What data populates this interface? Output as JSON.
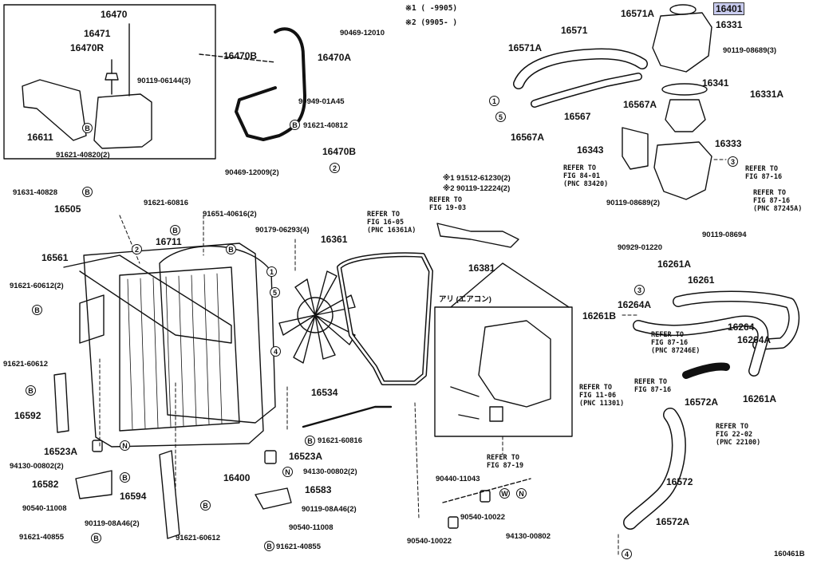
{
  "legend": {
    "l1": "※1 (      -9905)",
    "l2": "※2 (9905-      )"
  },
  "diagram_id": "160461B",
  "parts": {
    "p16401": "16401",
    "p16571A_top": "16571A",
    "p16331": "16331",
    "p16571": "16571",
    "p16571A_left": "16571A",
    "p90119_08689_3": "90119-08689(3)",
    "p16341": "16341",
    "p16331A": "16331A",
    "p16567A": "16567A",
    "p16567": "16567",
    "p16567A_b": "16567A",
    "p16343": "16343",
    "p16333": "16333",
    "p90119_08689_2": "90119-08689(2)",
    "p90119_08694": "90119-08694",
    "p90929_01220": "90929-01220",
    "p16261A_top": "16261A",
    "p16261": "16261",
    "p16264A_left": "16264A",
    "p16261B": "16261B",
    "p16264": "16264",
    "p16264A_right": "16264A",
    "p16572A_mid": "16572A",
    "p16261A_bot": "16261A",
    "p16572": "16572",
    "p16572A_bot": "16572A",
    "p16470": "16470",
    "p16471": "16471",
    "p16470R": "16470R",
    "p90119_06144_3": "90119-06144(3)",
    "p16611": "16611",
    "p91621_40820_2": "91621-40820(2)",
    "p90469_12010": "90469-12010",
    "p16470B_top": "16470B",
    "p16470A": "16470A",
    "p90949_01A45": "90949-01A45",
    "p91621_40812": "91621-40812",
    "p16470B_bot": "16470B",
    "p90469_12009_2": "90469-12009(2)",
    "p91512_61230_2": "※1 91512-61230(2)",
    "p90119_12224_2": "※2 90119-12224(2)",
    "p16381": "16381",
    "p91631_40828": "91631-40828",
    "p16505": "16505",
    "p91621_60816_top": "91621-60816",
    "p91651_40616_2": "91651-40616(2)",
    "p16711": "16711",
    "p90179_06293_4": "90179-06293(4)",
    "p16361": "16361",
    "p16561": "16561",
    "p91621_60612_2": "91621-60612(2)",
    "p91621_60612_left": "91621-60612",
    "p16592": "16592",
    "p16534": "16534",
    "p91621_60816_bot": "91621-60816",
    "p16523A_left": "16523A",
    "p94130_00802_2_left": "94130-00802(2)",
    "p16582": "16582",
    "p90540_11008_left": "90540-11008",
    "p90119_08A46_2_left": "90119-08A46(2)",
    "p91621_40855_left": "91621-40855",
    "p16594": "16594",
    "p91621_60612_bot": "91621-60612",
    "p16400": "16400",
    "p16523A_mid": "16523A",
    "p94130_00802_2_mid": "94130-00802(2)",
    "p16583": "16583",
    "p90119_08A46_2_mid": "90119-08A46(2)",
    "p90540_11008_mid": "90540-11008",
    "p91621_40855_mid": "91621-40855",
    "p90440_11043": "90440-11043",
    "p90540_10022_a": "90540-10022",
    "p90540_10022_b": "90540-10022",
    "p94130_00802": "94130-00802"
  },
  "refs": {
    "r_fig84": "REFER TO\nFIG 84-01\n(PNC 83420)",
    "r_fig87_16_a": "REFER TO\nFIG 87-16",
    "r_fig87_16_b": "REFER TO\nFIG 87-16\n(PNC 87245A)",
    "r_fig16": "REFER TO\nFIG 16-05\n(PNC 16361A)",
    "r_fig19": "REFER TO\nFIG 19-03",
    "r_fig87_16_c": "REFER TO\nFIG 87-16\n(PNC 87246E)",
    "r_fig87_16_d": "REFER TO\nFIG 87-16",
    "r_fig11": "REFER TO\nFIG 11-06\n(PNC 11301)",
    "r_fig22": "REFER TO\nFIG 22-02\n(PNC 22100)",
    "r_fig87_19": "REFER TO\nFIG 87-19",
    "aircon": "アリ (エアコン)"
  },
  "markers": {
    "c1": "1",
    "c2": "2",
    "c3": "3",
    "c4": "4",
    "c5": "5",
    "b": "B",
    "n": "N",
    "w": "W"
  }
}
